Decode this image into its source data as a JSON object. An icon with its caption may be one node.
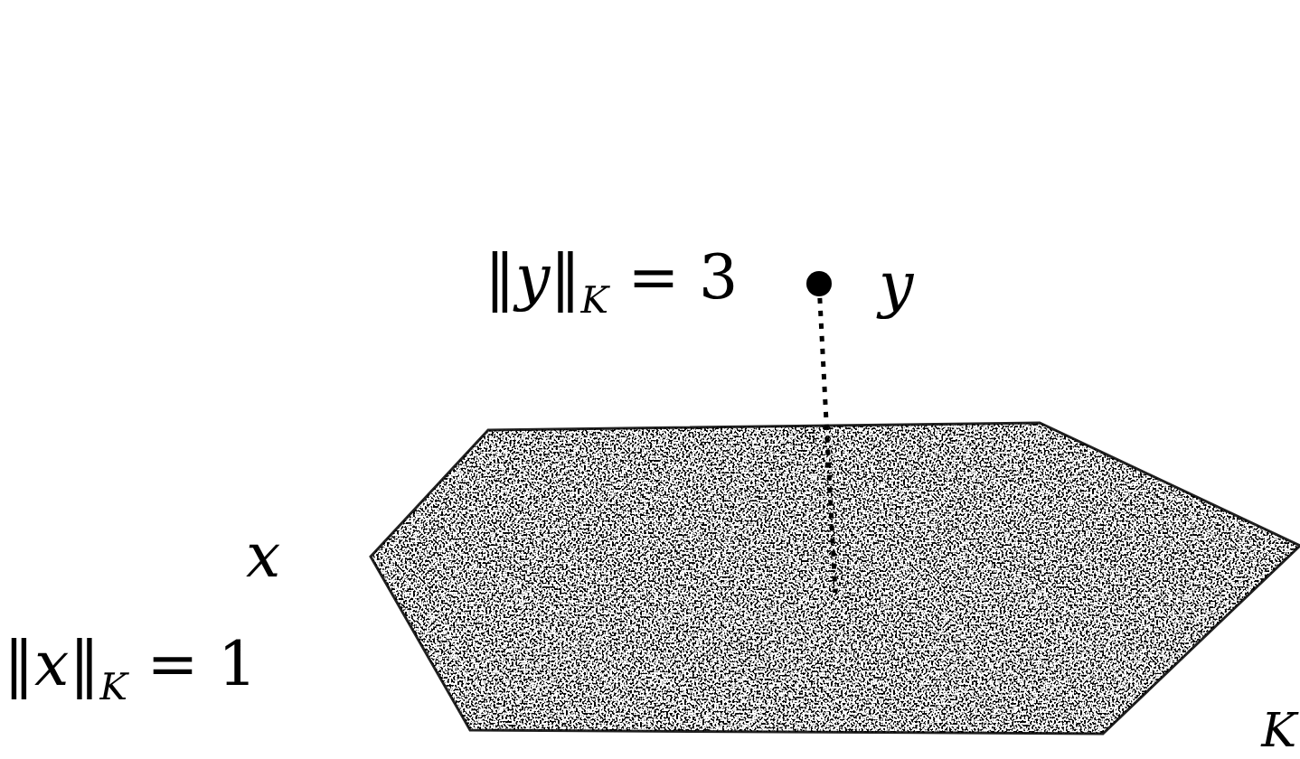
{
  "diagram": {
    "nodes": [
      {
        "text": [],
        "shape": "circle",
        "beside": [
          "‖*y*‖$_{K}$ = 3",
          "*y*"
        ]
      },
      {
        "text": [
          "K"
        ]
      }
    ],
    "edges": [
      {
        "from": 0,
        "to": 1,
        "arrow": "none",
        "style": "dashed"
      }
    ],
    "labels": [
      "*x*",
      "‖*x*‖$_{K}$ = 1"
    ]
  }
}
